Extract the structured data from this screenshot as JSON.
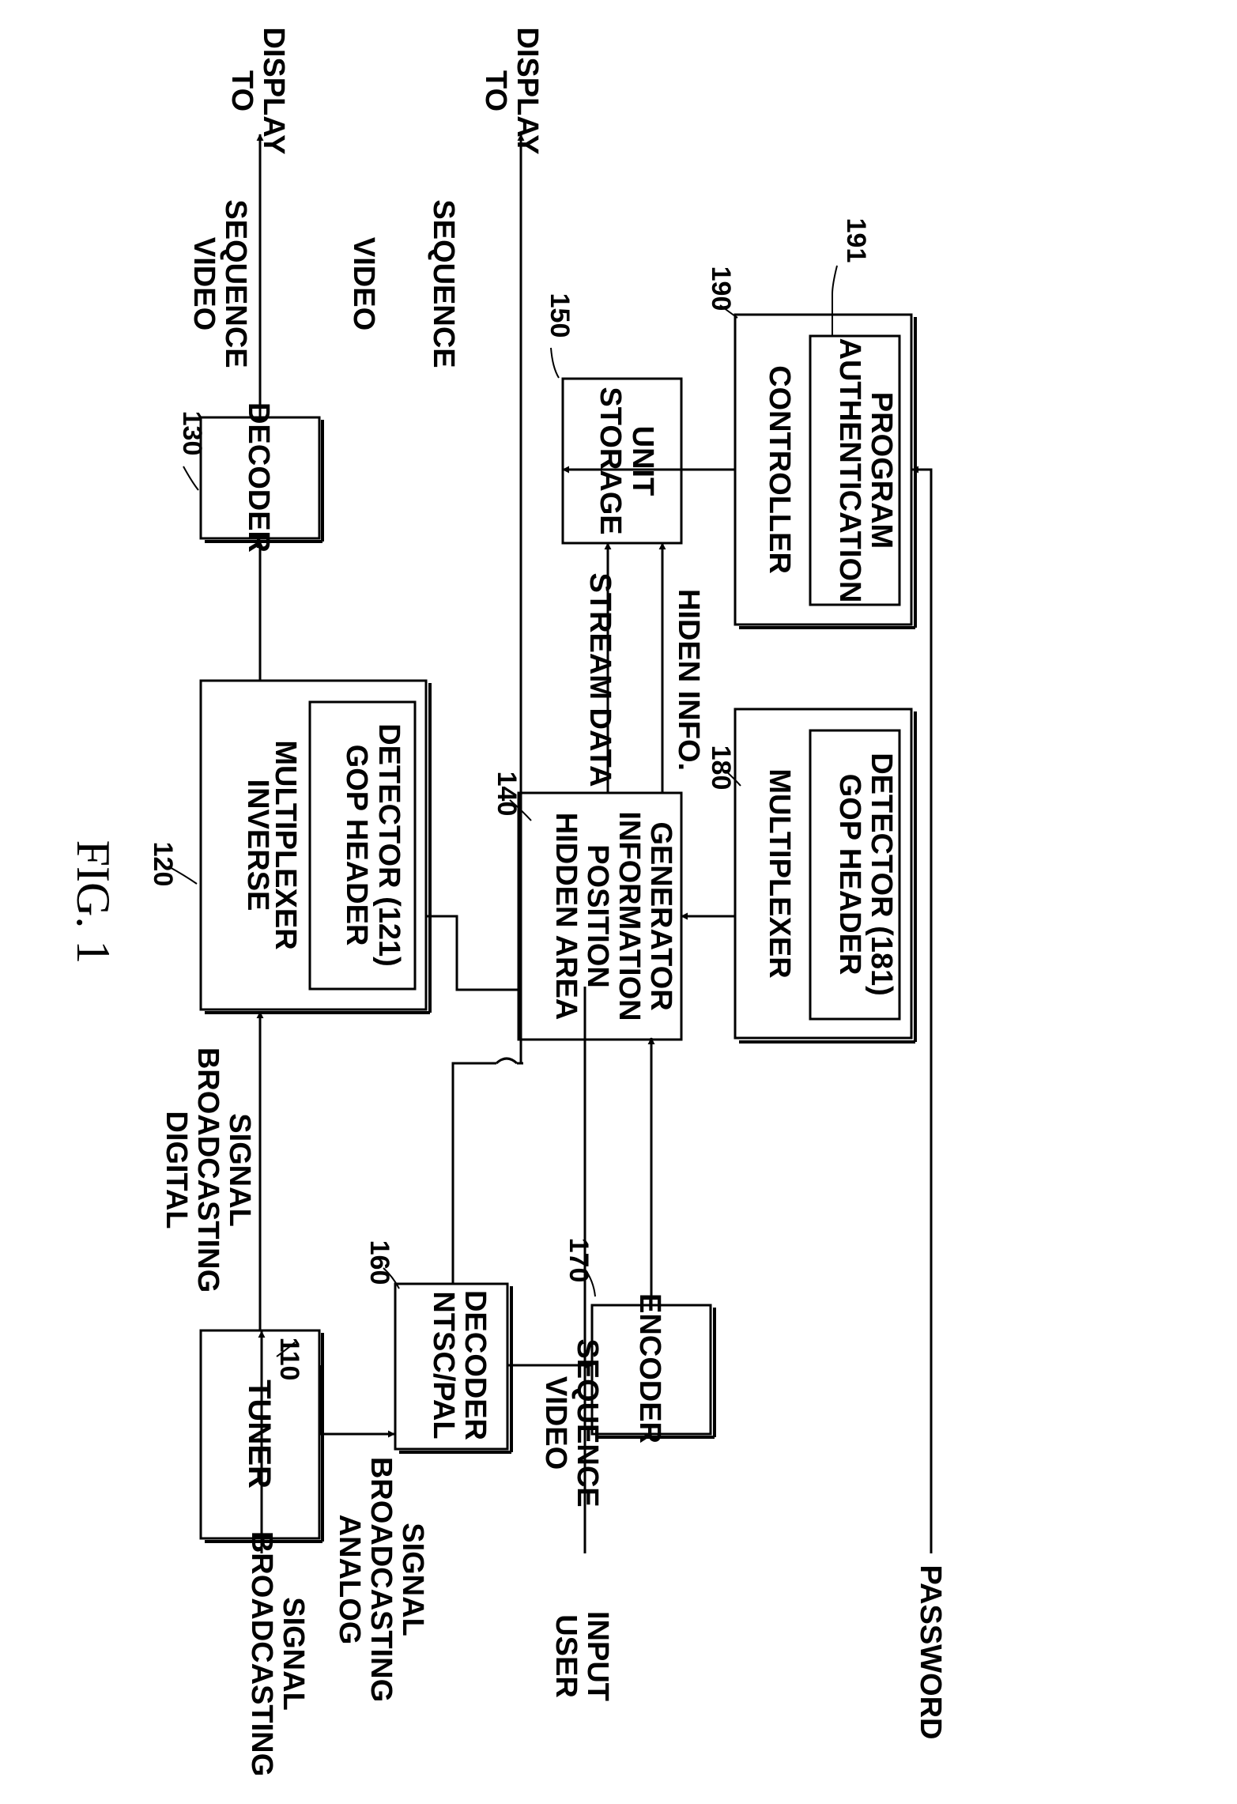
{
  "title": "FIG. 1",
  "blocks": {
    "tuner": {
      "label": [
        "TUNER"
      ],
      "ref": "110"
    },
    "inverse_mux": {
      "label": [
        "INVERSE",
        "MULTIPLEXER"
      ],
      "ref": "120"
    },
    "gop_detector_121": {
      "label": [
        "GOP HEADER",
        "DETECTOR (121)"
      ]
    },
    "decoder": {
      "label": [
        "DECODER"
      ],
      "ref": "130"
    },
    "hidden_area": {
      "label": [
        "HIDDEN AREA",
        "POSITION",
        "INFORMATION",
        "GENERATOR"
      ],
      "ref": "140"
    },
    "storage": {
      "label": [
        "STORAGE",
        "UNIT"
      ],
      "ref": "150"
    },
    "ntsc_pal": {
      "label": [
        "NTSC/PAL",
        "DECODER"
      ],
      "ref": "160"
    },
    "encoder": {
      "label": [
        "ENCODER"
      ],
      "ref": "170"
    },
    "multiplexer": {
      "label": [
        "MULTIPLEXER"
      ],
      "ref": "180"
    },
    "gop_detector_181": {
      "label": [
        "GOP HEADER",
        "DETECTOR (181)"
      ]
    },
    "controller": {
      "label": [
        "CONTROLLER"
      ],
      "ref": "190"
    },
    "auth_program": {
      "label": [
        "AUTHENTICATION",
        "PROGRAM"
      ],
      "ref": "191"
    }
  },
  "signals": {
    "broadcasting": [
      "BROADCASTING",
      "SIGNAL"
    ],
    "digital": [
      "DIGITAL",
      "BROADCASTING",
      "SIGNAL"
    ],
    "analog": [
      "ANALOG",
      "BROADCASTING",
      "SIGNAL"
    ],
    "video_seq_top": [
      "VIDEO",
      "SEQUENCE"
    ],
    "to_display_top": [
      "TO",
      "DISPLAY"
    ],
    "video_seq_mid": [
      "VIDEO",
      "SEQUENCE"
    ],
    "to_display_mid": [
      "TO",
      "DISPLAY"
    ],
    "video_seq_low": [
      "VIDEO",
      "SEQUENCE"
    ],
    "user_input": [
      "USER",
      "INPUT"
    ],
    "password": [
      "PASSWORD"
    ],
    "stream_data": [
      "STREAM DATA"
    ],
    "hiden_info": [
      "HIDEN INFO."
    ]
  }
}
